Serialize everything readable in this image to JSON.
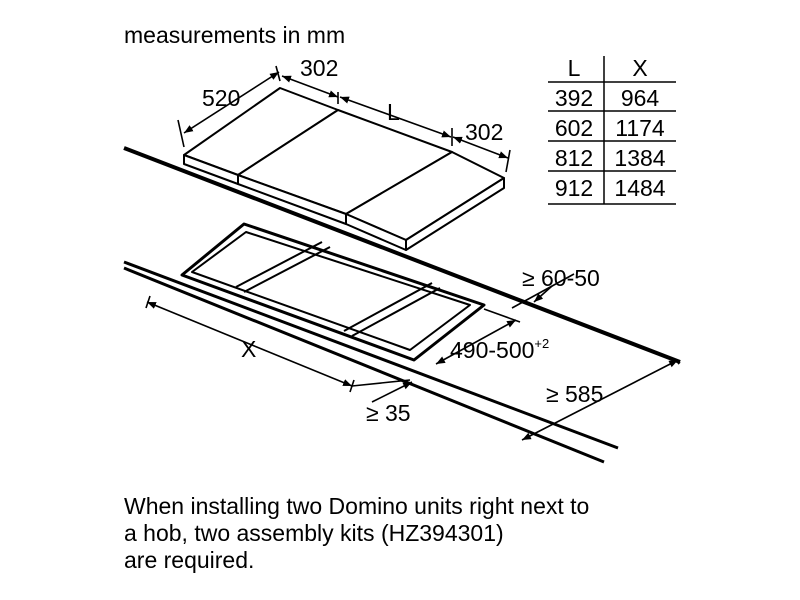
{
  "heading": "measurements in mm",
  "dimensions": {
    "depth": "520",
    "zone_width_left": "302",
    "length_L": "L",
    "zone_width_right": "302",
    "overall_X": "X",
    "min_wall_side": "≥ 35",
    "worktop_front": "≥ 60-50",
    "cutout_depth": "490-500",
    "cutout_depth_tolerance": "+2",
    "worktop_depth": "≥ 585"
  },
  "table": {
    "headers": [
      "L",
      "X"
    ],
    "rows": [
      [
        "392",
        "964"
      ],
      [
        "602",
        "1174"
      ],
      [
        "812",
        "1384"
      ],
      [
        "912",
        "1484"
      ]
    ]
  },
  "note_lines": [
    "When installing two Domino units right next to",
    "a hob, two assembly kits (HZ394301)",
    "are required."
  ]
}
